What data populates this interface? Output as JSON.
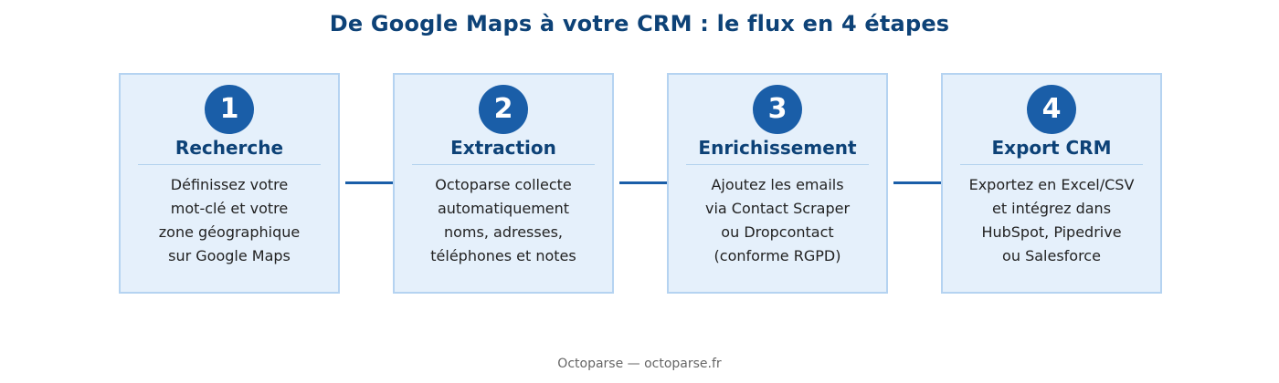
{
  "title": "De Google Maps à votre CRM : le flux en 4 étapes",
  "colors": {
    "title": "#0d4277",
    "badge": "#1a5ea8",
    "box_fill": "#e5f0fb",
    "box_border": "#b5d3f1",
    "arrow": "#1a5ea8"
  },
  "steps": [
    {
      "number": "1",
      "title": "Recherche",
      "lines": [
        "Définissez votre",
        "mot-clé et votre",
        "zone géographique",
        "sur Google Maps"
      ]
    },
    {
      "number": "2",
      "title": "Extraction",
      "lines": [
        "Octoparse collecte",
        "automatiquement",
        "noms, adresses,",
        "téléphones et notes"
      ]
    },
    {
      "number": "3",
      "title": "Enrichissement",
      "lines": [
        "Ajoutez les emails",
        "via Contact Scraper",
        "ou Dropcontact",
        "(conforme RGPD)"
      ]
    },
    {
      "number": "4",
      "title": "Export CRM",
      "lines": [
        "Exportez en Excel/CSV",
        "et intégrez dans",
        "HubSpot, Pipedrive",
        "ou Salesforce"
      ]
    }
  ],
  "footer": "Octoparse — octoparse.fr"
}
